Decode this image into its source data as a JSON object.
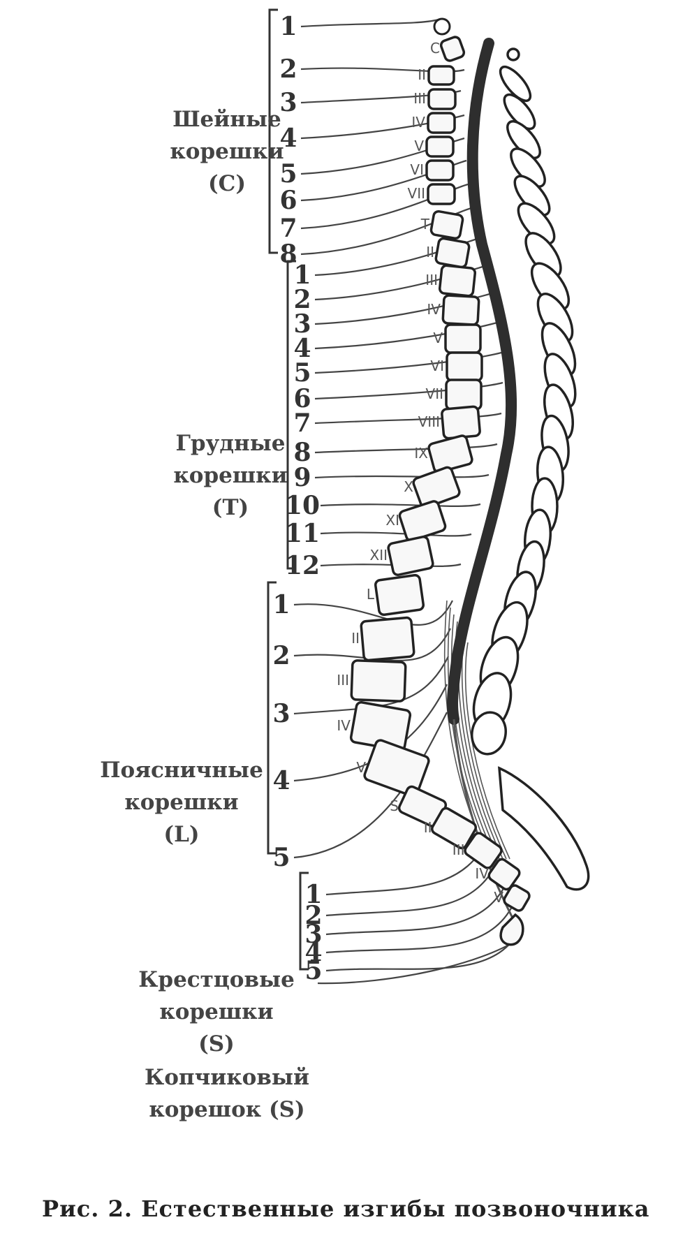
{
  "groups": {
    "cervical": {
      "line1": "Шейные",
      "line2": "корешки",
      "line3": "(C)"
    },
    "thoracic": {
      "line1": "Грудные",
      "line2": "корешки",
      "line3": "(T)"
    },
    "lumbar": {
      "line1": "Поясничные",
      "line2": "корешки",
      "line3": "(L)"
    },
    "sacral": {
      "line1": "Крестцовые",
      "line2": "корешки",
      "line3": "(S)"
    },
    "coccygeal": {
      "line1": "Копчиковый",
      "line2": "корешок (S)"
    }
  },
  "root_numbers": {
    "cervical": [
      "1",
      "2",
      "3",
      "4",
      "5",
      "6",
      "7",
      "8"
    ],
    "thoracic": [
      "1",
      "2",
      "3",
      "4",
      "5",
      "6",
      "7",
      "8",
      "9",
      "10",
      "11",
      "12"
    ],
    "lumbar": [
      "1",
      "2",
      "3",
      "4",
      "5"
    ],
    "sacral": [
      "1",
      "2",
      "3",
      "4",
      "5"
    ]
  },
  "vertebra_labels": {
    "cervical": [
      "C",
      "II",
      "III",
      "IV",
      "V",
      "VI",
      "VII"
    ],
    "thoracic": [
      "T",
      "II",
      "III",
      "IV",
      "V",
      "VI",
      "VII",
      "VIII",
      "IX",
      "X",
      "XI",
      "XII"
    ],
    "lumbar": [
      "L",
      "II",
      "III",
      "IV",
      "V"
    ],
    "sacral": [
      "S",
      "II",
      "III",
      "IV",
      "V"
    ]
  },
  "caption": "Рис. 2. Естественные изгибы позвоночника"
}
